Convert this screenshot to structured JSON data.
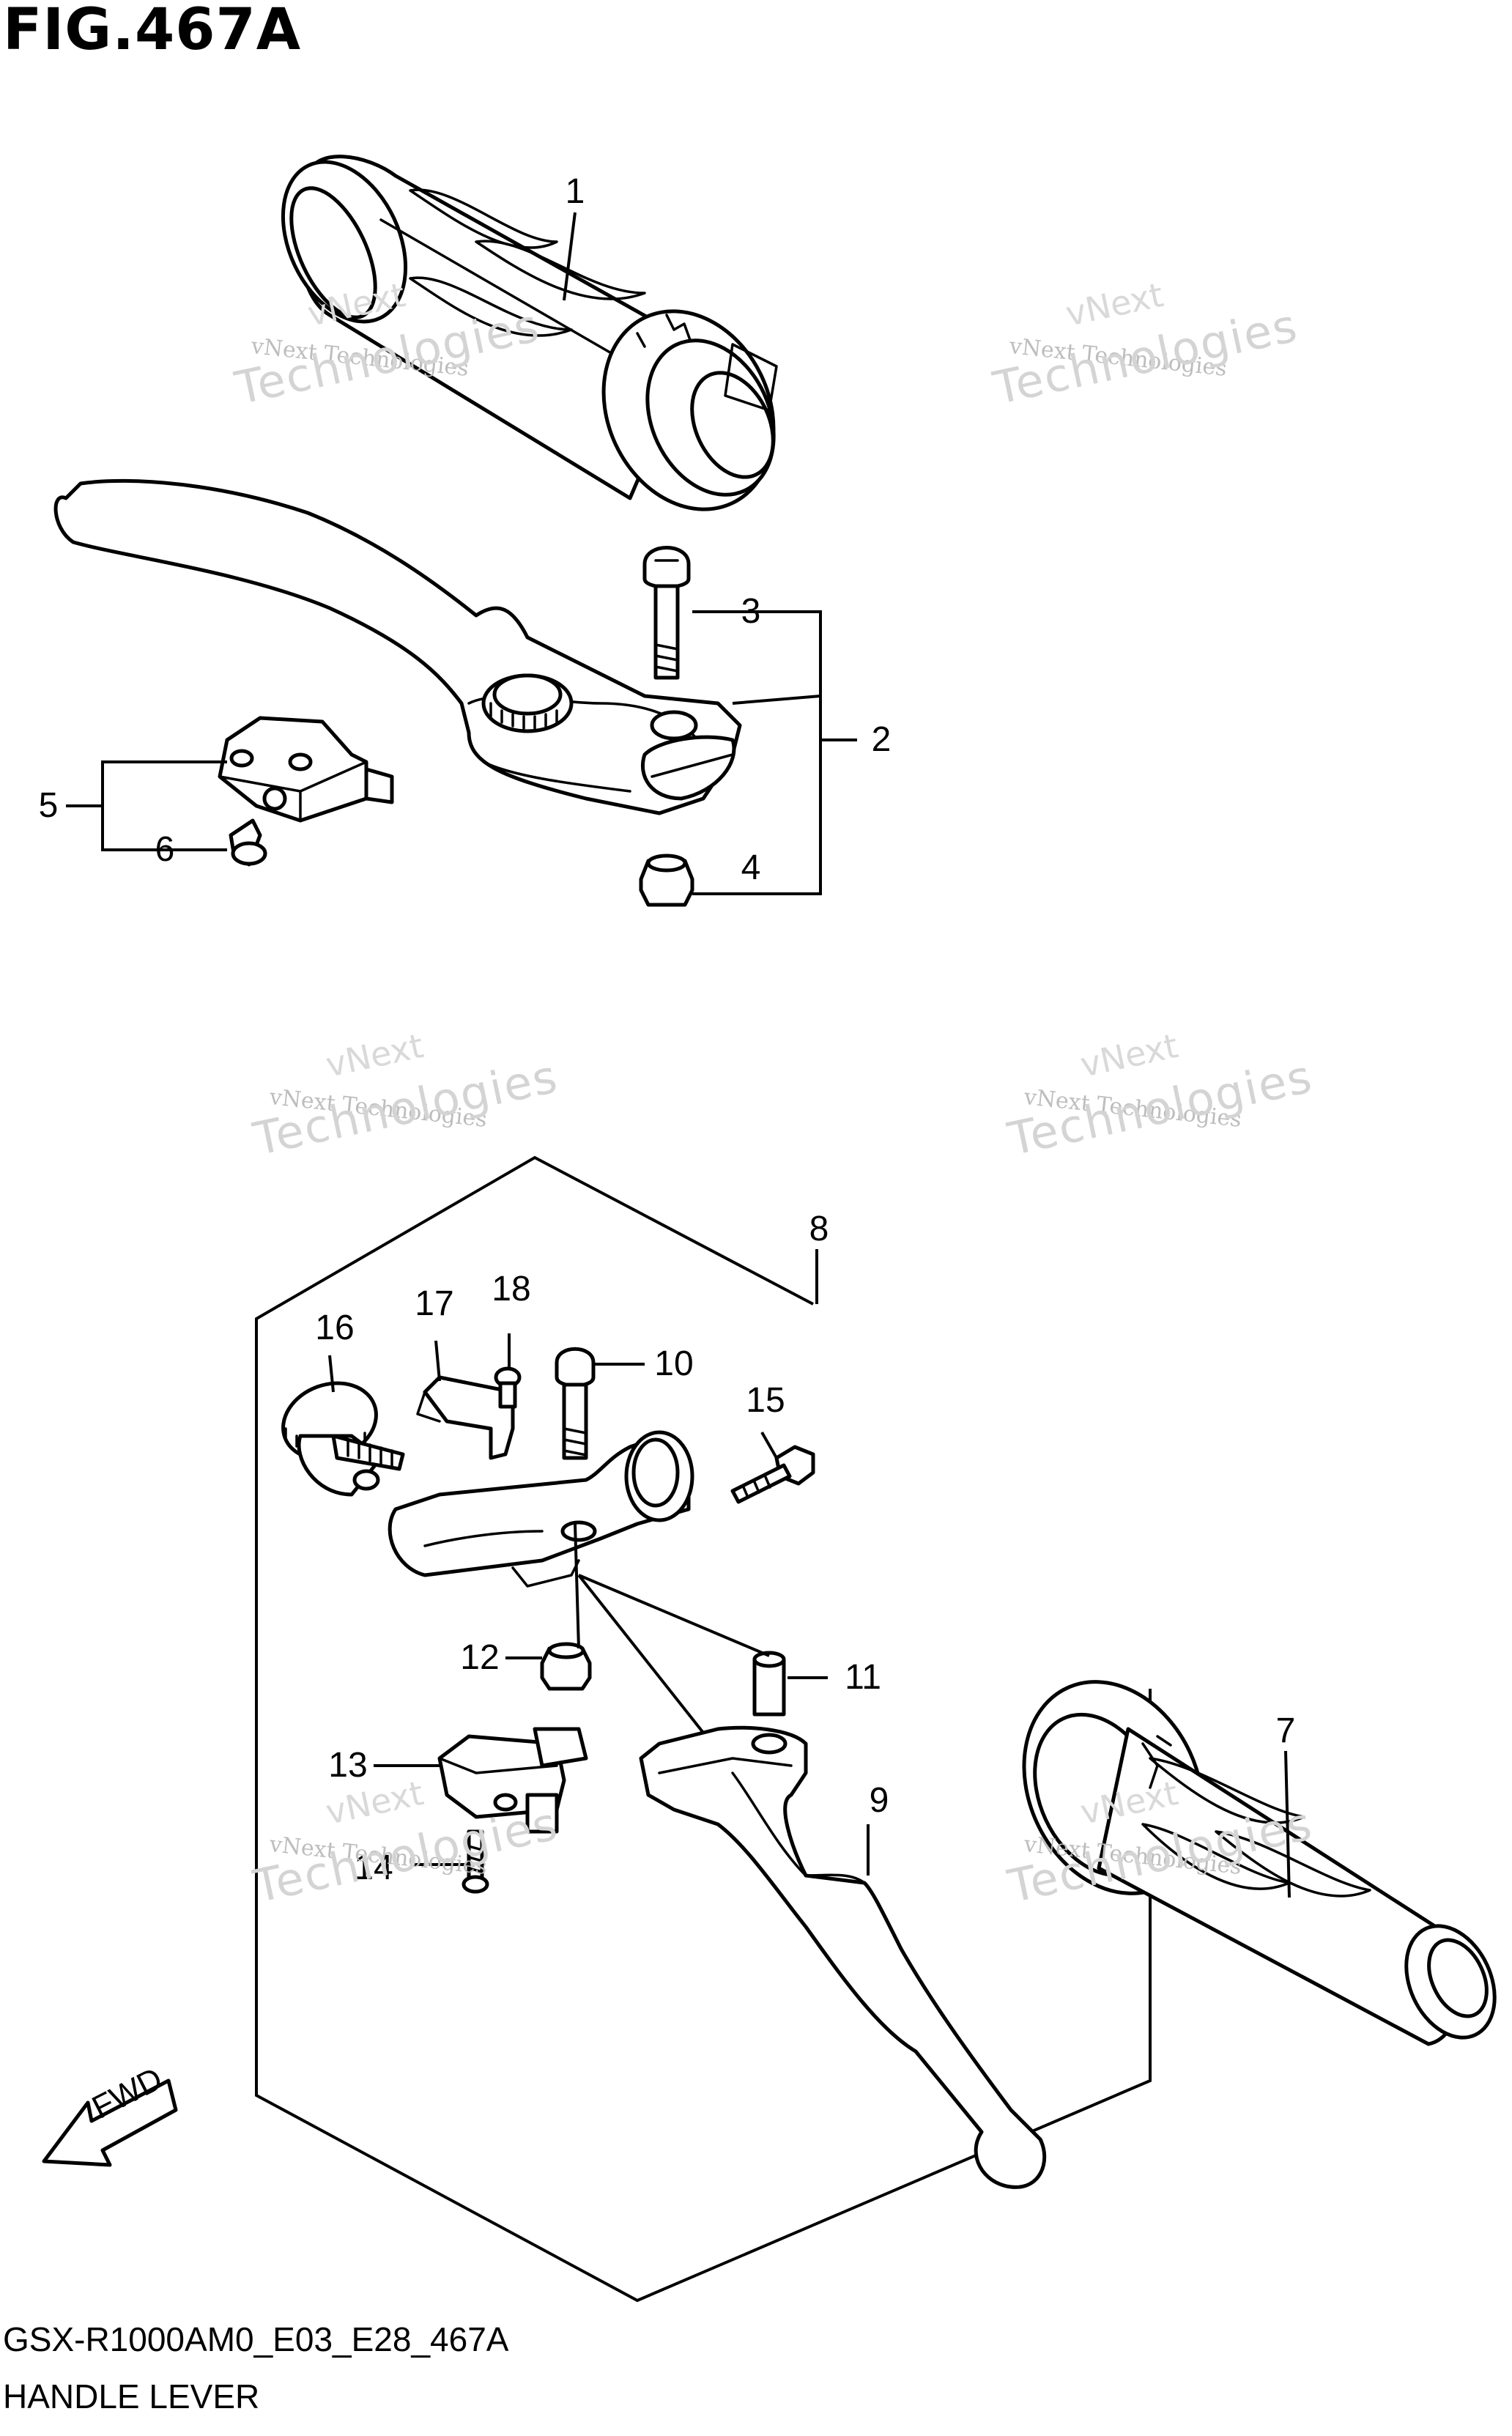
{
  "figure": {
    "title": "FIG.467A"
  },
  "footer": {
    "code": "GSX-R1000AM0_E03_E28_467A",
    "name": "HANDLE LEVER"
  },
  "direction": {
    "label": "FWD"
  },
  "watermark": {
    "line_top": "vNext",
    "line_small": "vNext Technologies",
    "line_large": "Technologies"
  },
  "parts": [
    {
      "number": "1"
    },
    {
      "number": "2"
    },
    {
      "number": "3"
    },
    {
      "number": "4"
    },
    {
      "number": "5"
    },
    {
      "number": "6"
    },
    {
      "number": "7"
    },
    {
      "number": "8"
    },
    {
      "number": "9"
    },
    {
      "number": "10"
    },
    {
      "number": "11"
    },
    {
      "number": "12"
    },
    {
      "number": "13"
    },
    {
      "number": "14"
    },
    {
      "number": "15"
    },
    {
      "number": "16"
    },
    {
      "number": "17"
    },
    {
      "number": "18"
    }
  ]
}
